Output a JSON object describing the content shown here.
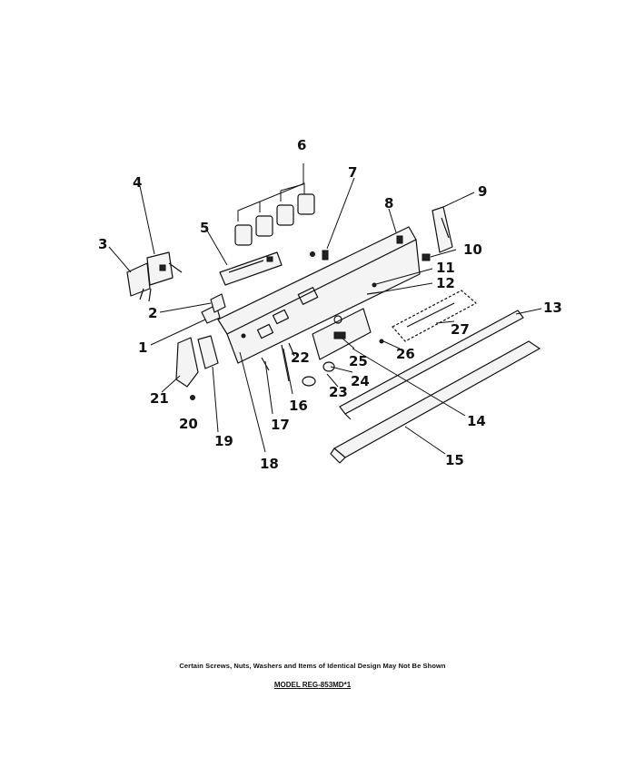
{
  "diagram": {
    "callouts": [
      {
        "id": "1",
        "label": "1"
      },
      {
        "id": "2",
        "label": "2"
      },
      {
        "id": "3",
        "label": "3"
      },
      {
        "id": "4",
        "label": "4"
      },
      {
        "id": "5",
        "label": "5"
      },
      {
        "id": "6",
        "label": "6"
      },
      {
        "id": "7",
        "label": "7"
      },
      {
        "id": "8",
        "label": "8"
      },
      {
        "id": "9",
        "label": "9"
      },
      {
        "id": "10",
        "label": "10"
      },
      {
        "id": "11",
        "label": "11"
      },
      {
        "id": "12",
        "label": "12"
      },
      {
        "id": "13",
        "label": "13"
      },
      {
        "id": "14",
        "label": "14"
      },
      {
        "id": "15",
        "label": "15"
      },
      {
        "id": "16",
        "label": "16"
      },
      {
        "id": "17",
        "label": "17"
      },
      {
        "id": "18",
        "label": "18"
      },
      {
        "id": "19",
        "label": "19"
      },
      {
        "id": "20",
        "label": "20"
      },
      {
        "id": "21",
        "label": "21"
      },
      {
        "id": "22",
        "label": "22"
      },
      {
        "id": "23",
        "label": "23"
      },
      {
        "id": "24",
        "label": "24"
      },
      {
        "id": "25",
        "label": "25"
      },
      {
        "id": "26",
        "label": "26"
      },
      {
        "id": "27",
        "label": "27"
      }
    ]
  },
  "footer": {
    "note": "Certain Screws, Nuts, Washers and Items of Identical Design May Not Be Shown",
    "model": "MODEL REG-853MD*1"
  }
}
